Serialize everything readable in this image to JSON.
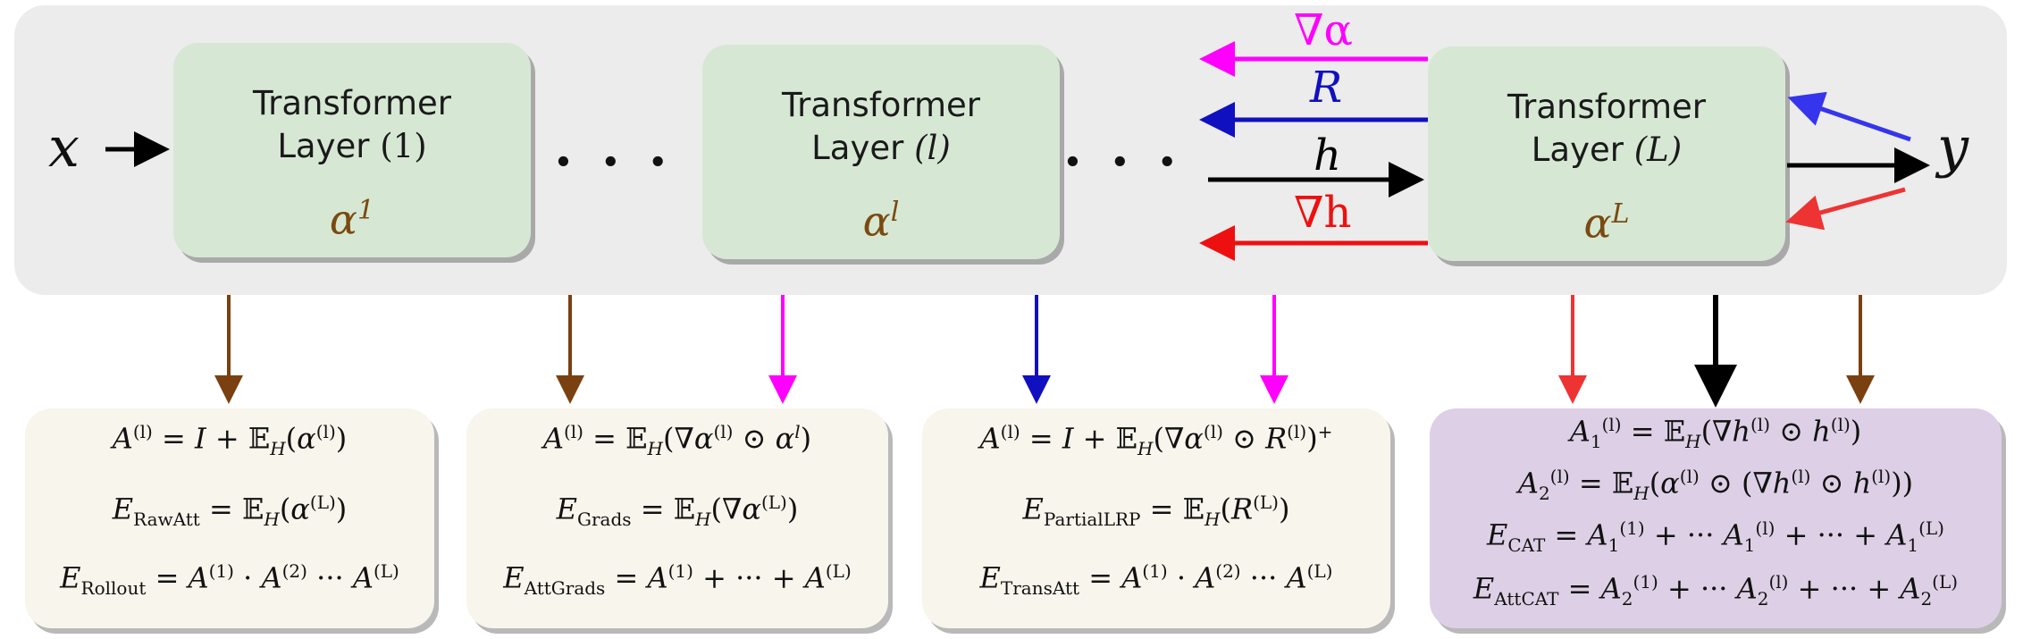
{
  "top": {
    "input_var": "x",
    "output_var": "y",
    "ellipsis": "...",
    "layers": [
      {
        "line1": "Transformer",
        "line2": "Layer",
        "idx": "(1)",
        "alpha": "α",
        "alpha_sup": "1"
      },
      {
        "line1": "Transformer",
        "line2": "Layer",
        "idx": "(l)",
        "alpha": "α",
        "alpha_sup": "l"
      },
      {
        "line1": "Transformer",
        "line2": "Layer",
        "idx": "(L)",
        "alpha": "α",
        "alpha_sup": "L"
      }
    ],
    "signals": [
      {
        "label": "∇α",
        "color": "#ff00ff",
        "direction": "left"
      },
      {
        "label": "R",
        "color": "#1010c0",
        "direction": "left"
      },
      {
        "label": "h",
        "color": "#000000",
        "direction": "right"
      },
      {
        "label": "∇h",
        "color": "#ee1010",
        "direction": "left"
      }
    ]
  },
  "colors": {
    "panel": "#ececec",
    "layer_fill": "#d6e8d4",
    "alpha_text": "#7a4a10",
    "brown": "#7a4010",
    "magenta": "#ff00ff",
    "blue": "#1010c0",
    "red": "#ee3333",
    "black": "#000000",
    "cream": "#f8f5ec",
    "purple": "#ddd0e6"
  },
  "boxes": [
    {
      "eqs": [
        "A^{(l)} = I + 𝔼_H(α^{(l)})",
        "E_RawAtt = 𝔼_H(α^{(L)})",
        "E_Rollout = A^{(1)} · A^{(2)} ··· A^{(L)}"
      ]
    },
    {
      "eqs": [
        "A^{(l)} = 𝔼_H(∇α^{(l)} ⊙ α^l)",
        "E_Grads = 𝔼_H(∇α^{(L)})",
        "E_AttGrads = A^{(1)} + ··· + A^{(L)}"
      ]
    },
    {
      "eqs": [
        "A^{(l)} = I + 𝔼_H(∇α^{(l)} ⊙ R^{(l)})^+",
        "E_PartialLRP = 𝔼_H(R^{(L)})",
        "E_TransAtt = A^{(1)} · A^{(2)} ··· A^{(L)}"
      ]
    },
    {
      "eqs": [
        "A_1^{(l)} = 𝔼_H(∇h^{(l)} ⊙ h^{(l)})",
        "A_2^{(l)} = 𝔼_H(α^{(l)} ⊙ (∇h^{(l)} ⊙ h^{(l)}))",
        "E_CAT = A_1^{(1)} + ··· A_1^{(l)} + ··· + A_1^{(L)}",
        "E_AttCAT = A_2^{(1)} + ··· A_2^{(l)} + ··· + A_2^{(L)}"
      ]
    }
  ],
  "eq_text": {
    "A": "A",
    "I": "I",
    "E": "E",
    "EH": "𝔼",
    "H": "H",
    "alpha": "α",
    "nabla_alpha": "∇α",
    "R": "R",
    "h": "h",
    "nabla_h": "∇h",
    "odot": "⊙",
    "plus": "+",
    "eq": "=",
    "cdot": "·",
    "cdots": "···",
    "sup_l": "(l)",
    "sup_L": "(L)",
    "sup_1": "(1)",
    "sup_2": "(2)",
    "l": "l",
    "plus_sup": "+",
    "sub_rawatt": "RawAtt",
    "sub_rollout": "Rollout",
    "sub_grads": "Grads",
    "sub_attgrads": "AttGrads",
    "sub_partiallrp": "PartialLRP",
    "sub_transatt": "TransAtt",
    "sub_cat": "CAT",
    "sub_attcat": "AttCAT",
    "sub_1": "1",
    "sub_2": "2"
  }
}
